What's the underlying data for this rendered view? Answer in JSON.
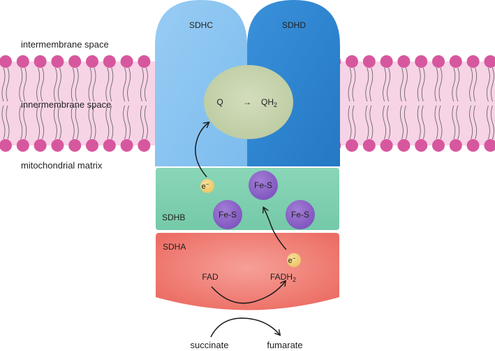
{
  "regions": {
    "intermembrane": "intermembrane space",
    "innermembrane": "innermembrane space",
    "matrix": "mitochondrial matrix"
  },
  "subunits": {
    "sdhc": "SDHC",
    "sdhd": "SDHD",
    "sdhb": "SDHB",
    "sdha": "SDHA"
  },
  "quinone": {
    "q": "Q",
    "arrow": "→",
    "qh": "QH",
    "qh_sub": "2"
  },
  "clusters": [
    "Fe-S",
    "Fe-S",
    "Fe-S"
  ],
  "electron": {
    "symbol": "e",
    "charge": "−"
  },
  "cofactors": {
    "fad": "FAD",
    "fadh": "FADH",
    "fadh_sub": "2"
  },
  "reaction": {
    "substrate": "succinate",
    "product": "fumarate"
  },
  "colors": {
    "lipid_head": "#d7579e",
    "membrane_fill": "#f7d3e6",
    "sdhc": "#90c9f2",
    "sdhd": "#2f86d1",
    "sdhb": "#7fd2b1",
    "sdha": "#ef8177",
    "quinone": "#c8d4b0",
    "fes": "#8c63c8",
    "electron": "#f3d37a"
  }
}
